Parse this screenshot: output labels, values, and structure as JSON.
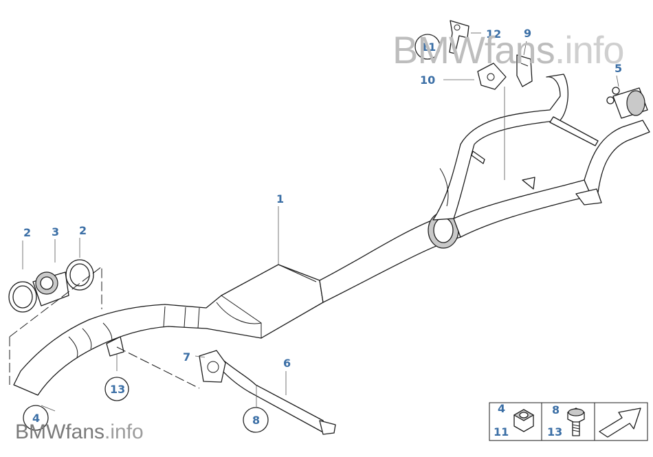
{
  "watermarks": {
    "main": {
      "brand": "BMWfans",
      "suffix": ".info"
    },
    "footer": {
      "brand": "BMWfans",
      "suffix": ".info"
    }
  },
  "callouts": {
    "c1": "1",
    "c2a": "2",
    "c2b": "2",
    "c3": "3",
    "c4": "4",
    "c5": "5",
    "c6": "6",
    "c7": "7",
    "c8": "8",
    "c9": "9",
    "c10": "10",
    "c11": "11",
    "c12": "12",
    "c13": "13"
  },
  "legend": {
    "nut_top": "4",
    "nut_bottom": "11",
    "bolt_top": "8",
    "bolt_bottom": "13"
  },
  "colors": {
    "callout": "#3a6ea5",
    "line": "#1a1a1a",
    "watermark": "#bdbdbd"
  }
}
